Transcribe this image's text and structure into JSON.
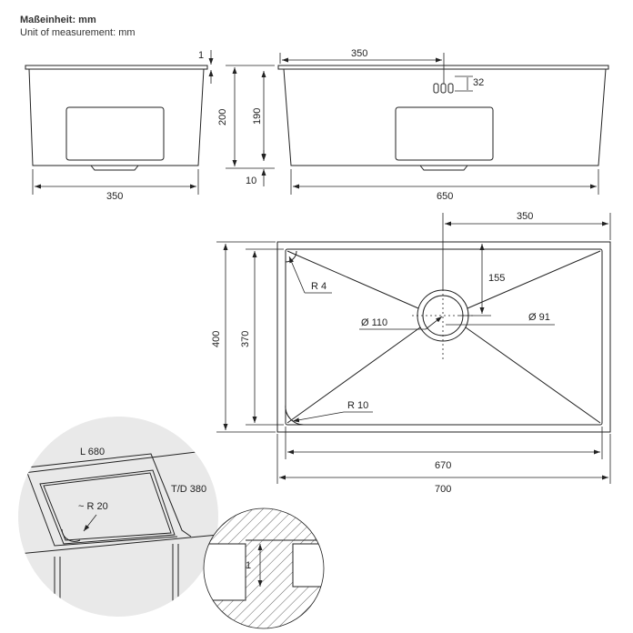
{
  "header": {
    "title_de": "Maßeinheit: mm",
    "title_en": "Unit of measurement: mm"
  },
  "front_view": {
    "rim_thickness": "1",
    "width": "350"
  },
  "side_view": {
    "overall_height": "200",
    "bowl_height": "190",
    "foot": "10"
  },
  "rear_view": {
    "tap_offset": "350",
    "overflow_height": "32",
    "width": "650"
  },
  "top_view": {
    "drain_offset_x": "350",
    "drain_offset_y": "155",
    "corner_radius_top": "R 4",
    "corner_radius_bottom": "R 10",
    "drain_outer": "Ø 110",
    "drain_inner": "Ø 91",
    "outer_depth": "400",
    "inner_depth": "370",
    "inner_length": "670",
    "outer_length": "700"
  },
  "detail_circle": {
    "length": "L 680",
    "depth": "T/D 380",
    "radius": "~ R 20"
  },
  "detail_section": {
    "rim": "1"
  },
  "colors": {
    "line": "#222222",
    "circle_fill": "#e9e9e9",
    "hatch_fill": "#f5f5f5"
  }
}
